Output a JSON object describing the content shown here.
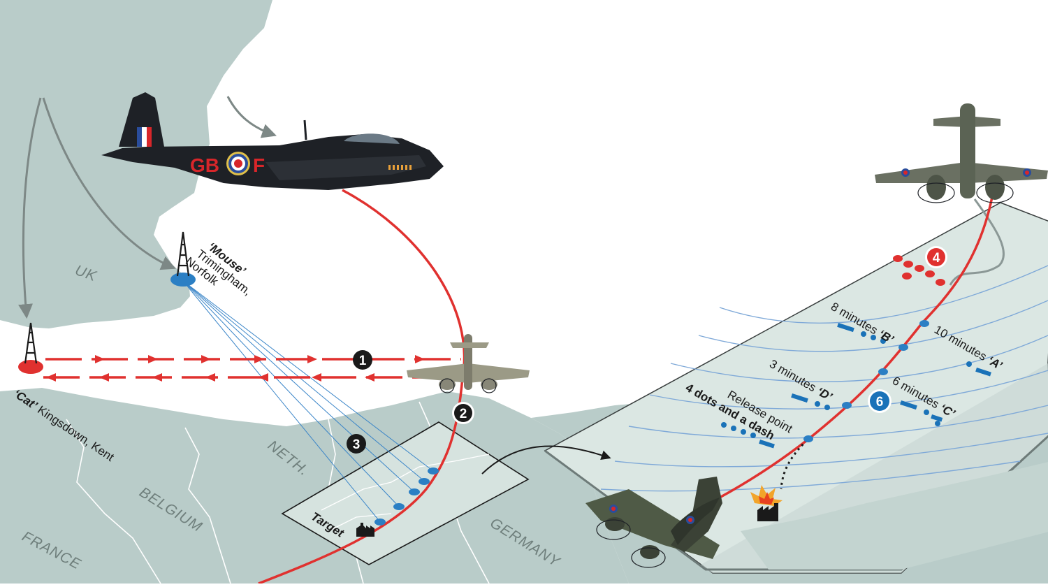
{
  "places": {
    "uk": "UK",
    "neth": "NETH.",
    "belgium": "BELGIUM",
    "france": "FRANCE",
    "germany": "GERMANY"
  },
  "stations": {
    "mouse_name": "‘Mouse’",
    "mouse_line1": "Trimingham,",
    "mouse_line2": "Norfolk",
    "cat_name": "‘Cat’",
    "cat_place": " Kingsdown, Kent"
  },
  "aircraft": {
    "code_left": "GB",
    "code_right": "F"
  },
  "target_label": "Target",
  "steps": {
    "s1": "1",
    "s2": "2",
    "s3": "3",
    "s4": "4",
    "s6": "6"
  },
  "signals": {
    "a_time": "10 minutes ",
    "a_letter": "‘A’",
    "b_time": "8 minutes ",
    "b_letter": "‘B’",
    "c_time": "6 minutes ",
    "c_letter": "‘C’",
    "d_time": "3 minutes ",
    "d_letter": "‘D’",
    "release_label": "Release point",
    "release_signal": "4 dots and a dash"
  },
  "colors": {
    "sea": "#ffffff",
    "land": "#b9ccc9",
    "panel": "#dbe7e3",
    "track": "#e0312f",
    "signal": "#1a72b8",
    "aircraft": "#1e2126"
  }
}
